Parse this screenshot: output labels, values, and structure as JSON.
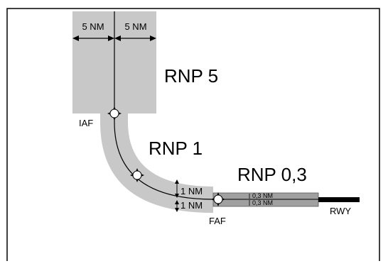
{
  "diagram": {
    "segments": {
      "rnp5": "RNP 5",
      "rnp1": "RNP 1",
      "rnp03": "RNP 0,3"
    },
    "widths": {
      "left_half": "5 NM",
      "right_half": "5 NM",
      "rnp1_upper": "1 NM",
      "rnp1_lower": "1 NM",
      "rnp03_upper": "0,3 NM",
      "rnp03_lower": "0,3 NM"
    },
    "fixes": {
      "iaf": "IAF",
      "faf": "FAF",
      "rwy": "RWY"
    },
    "colors": {
      "protection_area": "#c8c8c8",
      "rnp03_area": "#a0a0a0",
      "runway": "#000000"
    }
  }
}
